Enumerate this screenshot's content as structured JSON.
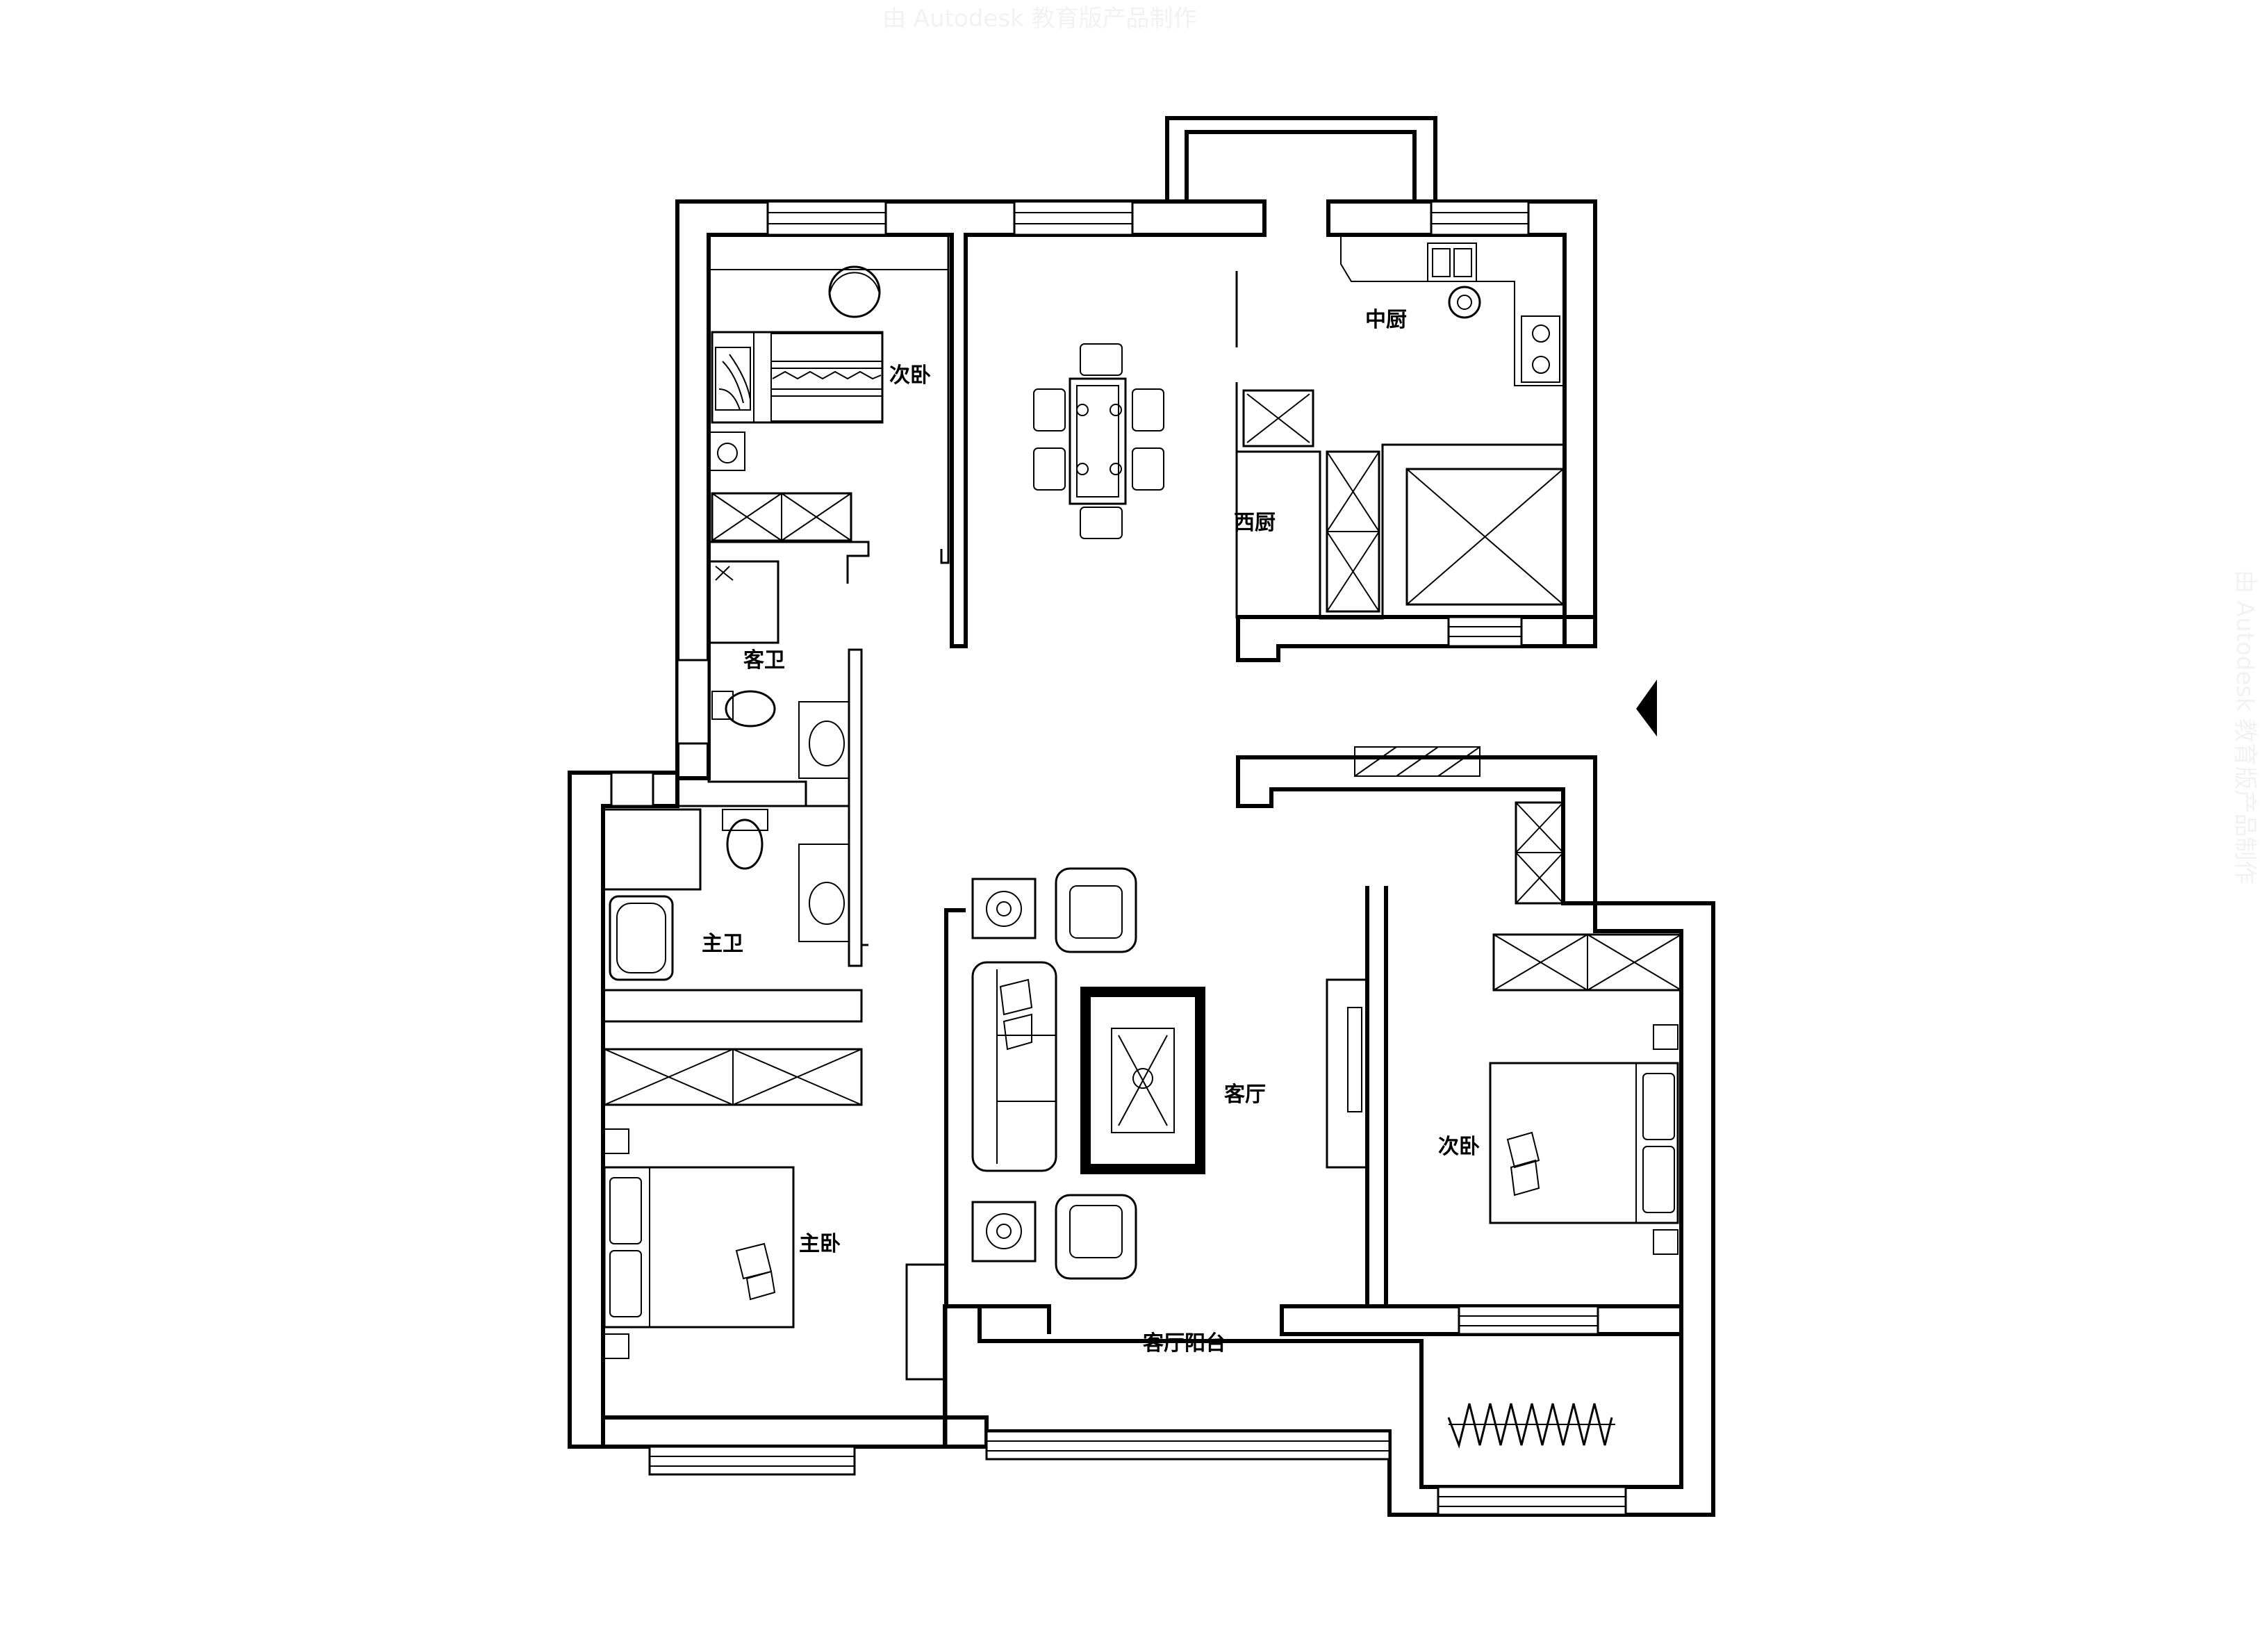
{
  "header": {
    "watermark": "由 Autodesk 教育版产品制作"
  },
  "side_watermark": "由 Autodesk 教育版产品制作",
  "rooms": {
    "secondary_bedroom_top": "次卧",
    "kitchen_chinese": "中厨",
    "kitchen_western": "西厨",
    "guest_bathroom": "客卫",
    "master_bathroom": "主卫",
    "living_room": "客厅",
    "secondary_bedroom_right": "次卧",
    "master_bedroom": "主卧",
    "living_balcony": "客厅阳台"
  },
  "icons": {
    "entrance": "entrance-arrow-icon"
  }
}
